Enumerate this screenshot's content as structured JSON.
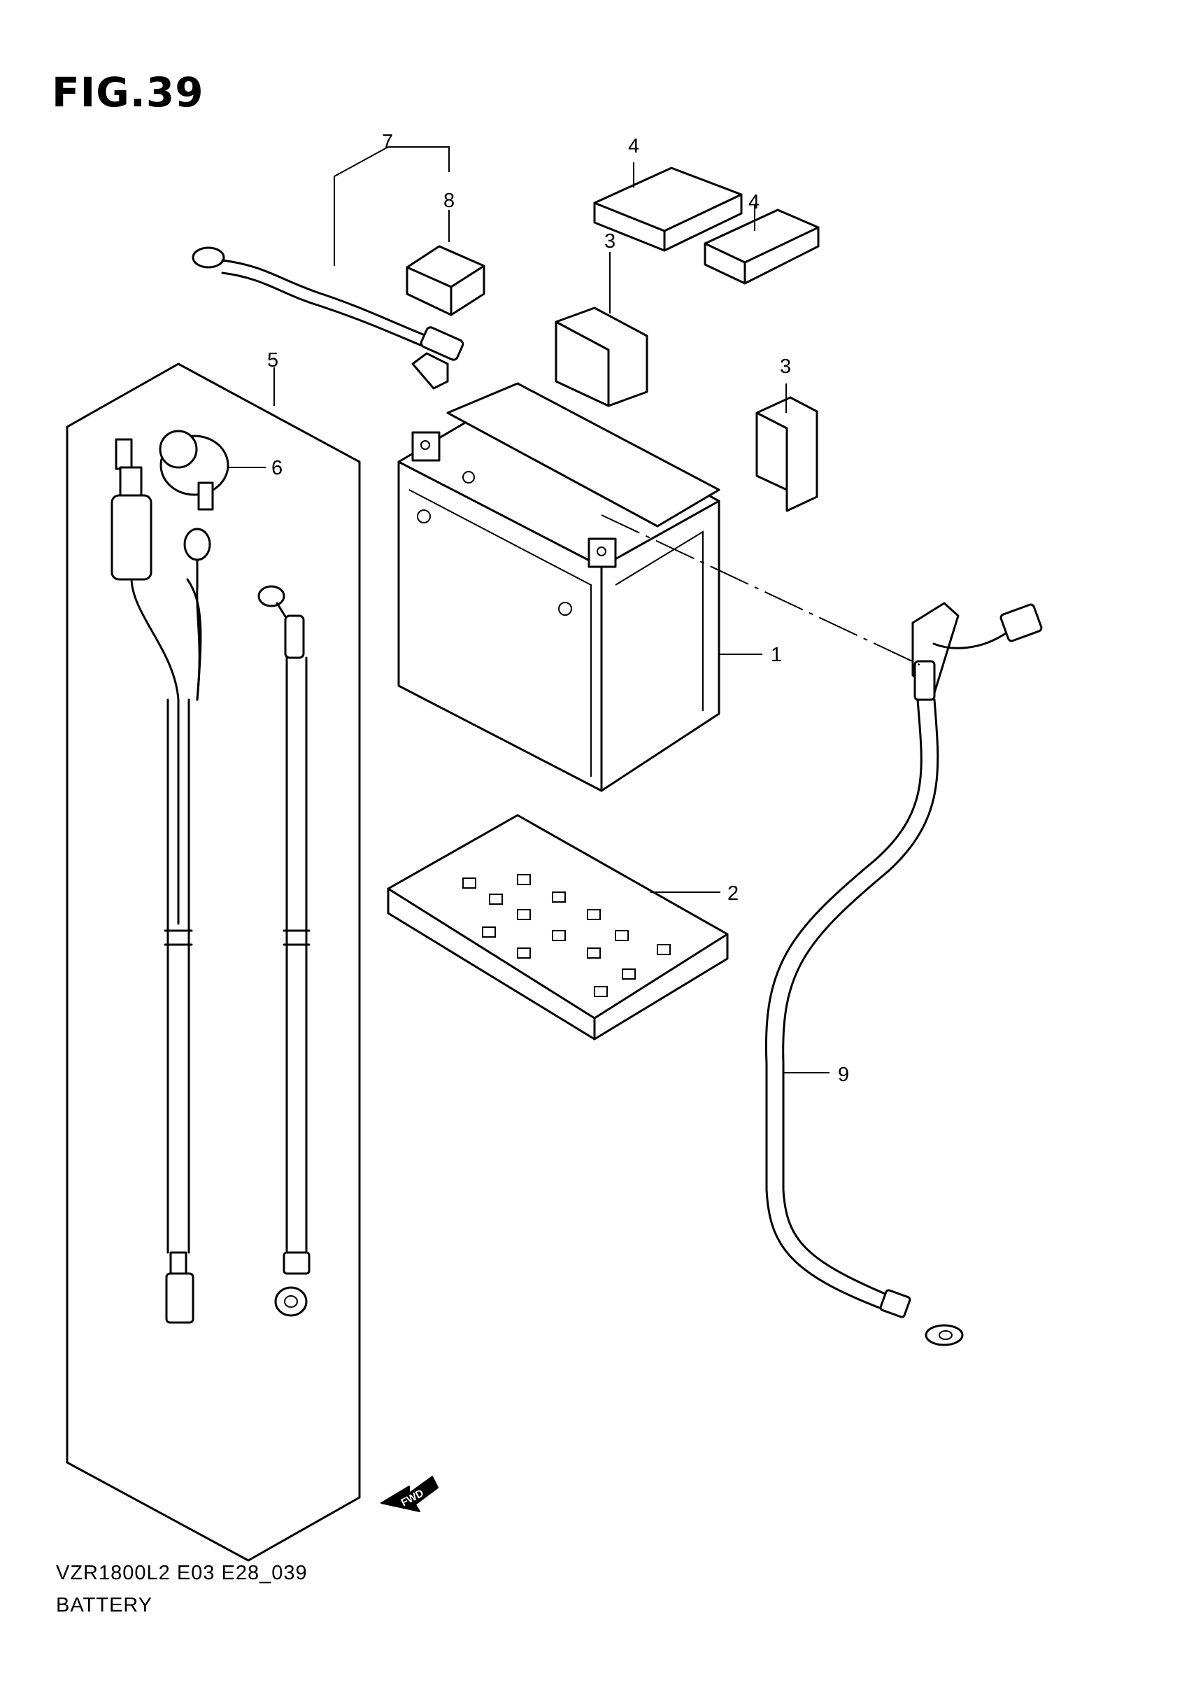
{
  "figure": {
    "title": "FIG.39",
    "model_code": "VZR1800L2 E03 E28_039",
    "name": "BATTERY"
  },
  "callouts": [
    {
      "ref": "1",
      "label": "1"
    },
    {
      "ref": "2",
      "label": "2"
    },
    {
      "ref": "3a",
      "label": "3"
    },
    {
      "ref": "3b",
      "label": "3"
    },
    {
      "ref": "4a",
      "label": "4"
    },
    {
      "ref": "4b",
      "label": "4"
    },
    {
      "ref": "5",
      "label": "5"
    },
    {
      "ref": "6",
      "label": "6"
    },
    {
      "ref": "7",
      "label": "7"
    },
    {
      "ref": "8",
      "label": "8"
    },
    {
      "ref": "9",
      "label": "9"
    }
  ],
  "fwd_marker": {
    "label": "FWD"
  },
  "colors": {
    "line": "#000000",
    "background": "#ffffff"
  }
}
